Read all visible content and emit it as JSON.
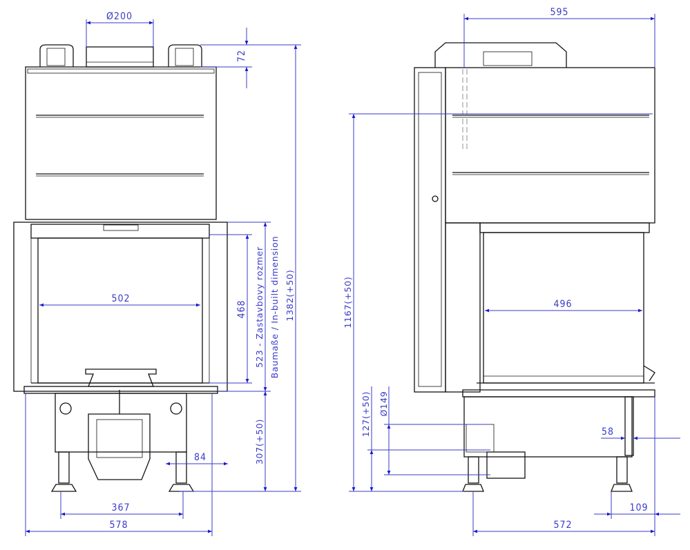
{
  "colors": {
    "dimension": "#3a3ac8",
    "outline": "#111111"
  },
  "front_view": {
    "flue_diameter": "Ø200",
    "flue_height": "72",
    "total_height": "1382(+50)",
    "built_in_dimension_value": "523 - Zastavbovy rozmer",
    "built_in_dimension_label": "Baumaße / In-built dimension",
    "glass_height": "468",
    "base_height": "307(+50)",
    "glass_width": "502",
    "leg_offset": "84",
    "leg_spacing": "367",
    "total_width": "578"
  },
  "side_view": {
    "total_width_top": "595",
    "height_to_flue_center": "1167(+50)",
    "air_inlet_height": "127(+50)",
    "air_inlet_diameter": "Ø149",
    "glass_width": "496",
    "side_offset": "58",
    "leg_offset": "109",
    "total_width_bottom": "572"
  }
}
